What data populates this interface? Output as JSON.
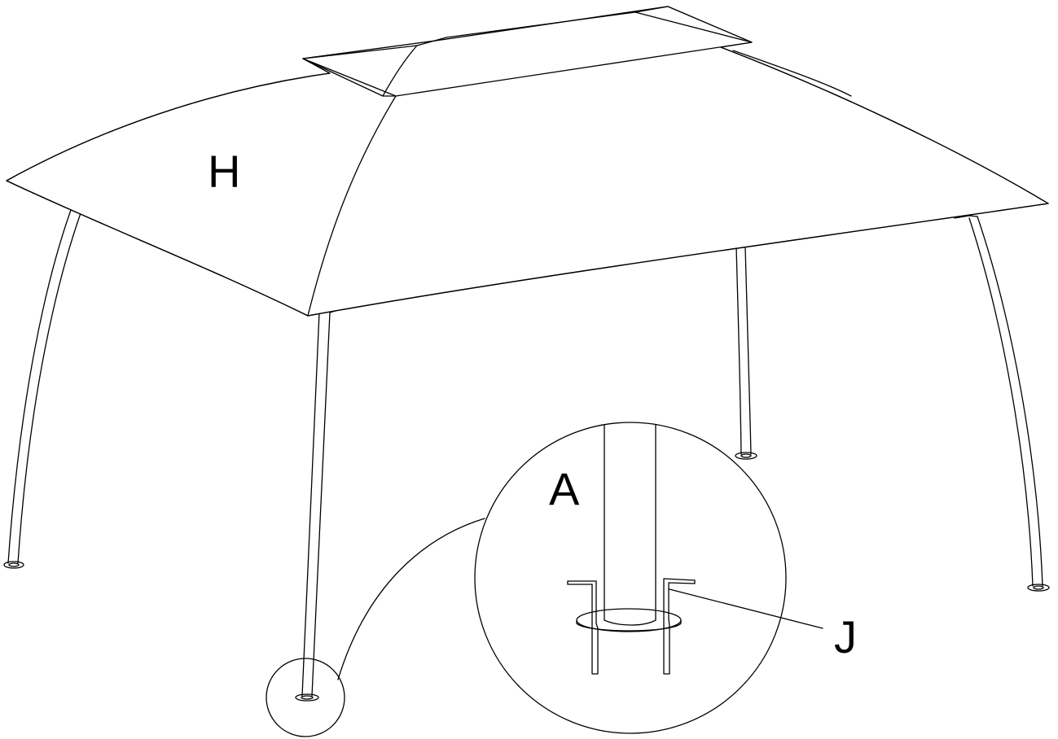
{
  "labels": {
    "canopy": "H",
    "leg": "A",
    "stake": "J"
  },
  "colors": {
    "line": "#000000",
    "background": "#ffffff"
  }
}
